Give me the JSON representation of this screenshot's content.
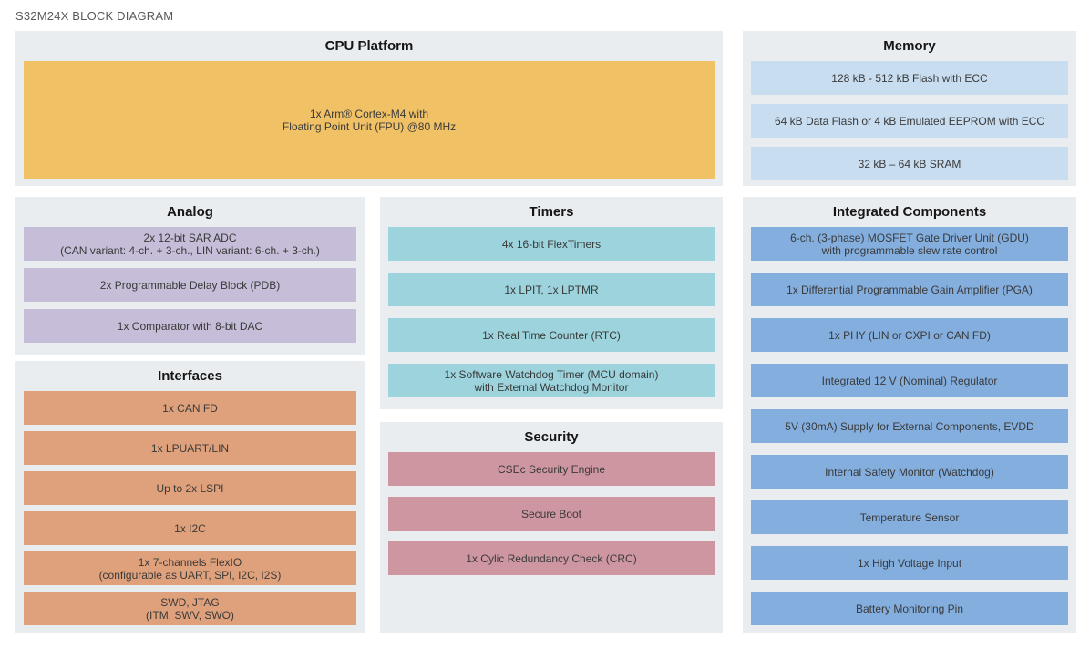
{
  "page_title": "S32M24X BLOCK DIAGRAM",
  "colors": {
    "section_bg": "#e9edf0",
    "cpu": "#f1c166",
    "memory": "#c9ddf0",
    "analog": "#c6bdd8",
    "interfaces": "#dfa17b",
    "timers": "#9cd3dd",
    "security": "#cd96a1",
    "integrated": "#83aede"
  },
  "sections": {
    "cpu": {
      "title": "CPU Platform",
      "rows": [
        {
          "lines": [
            "1x Arm® Cortex-M4 with",
            "Floating Point Unit (FPU) @80 MHz"
          ]
        }
      ]
    },
    "memory": {
      "title": "Memory",
      "rows": [
        {
          "lines": [
            "128 kB - 512 kB Flash with ECC"
          ]
        },
        {
          "lines": [
            "64 kB Data Flash or 4 kB Emulated EEPROM with ECC"
          ]
        },
        {
          "lines": [
            "32 kB – 64 kB SRAM"
          ]
        }
      ]
    },
    "analog": {
      "title": "Analog",
      "rows": [
        {
          "lines": [
            "2x 12-bit SAR ADC",
            "(CAN variant: 4-ch. + 3-ch., LIN variant: 6-ch. + 3-ch.)"
          ]
        },
        {
          "lines": [
            "2x Programmable Delay Block (PDB)"
          ]
        },
        {
          "lines": [
            "1x Comparator with 8-bit DAC"
          ]
        }
      ]
    },
    "interfaces": {
      "title": "Interfaces",
      "rows": [
        {
          "lines": [
            "1x CAN FD"
          ]
        },
        {
          "lines": [
            "1x LPUART/LIN"
          ]
        },
        {
          "lines": [
            "Up to 2x LSPI"
          ]
        },
        {
          "lines": [
            "1x I2C"
          ]
        },
        {
          "lines": [
            "1x 7-channels FlexIO",
            "(configurable as UART, SPI, I2C, I2S)"
          ]
        },
        {
          "lines": [
            "SWD, JTAG",
            "(ITM, SWV, SWO)"
          ]
        }
      ]
    },
    "timers": {
      "title": "Timers",
      "rows": [
        {
          "lines": [
            "4x 16-bit FlexTimers"
          ]
        },
        {
          "lines": [
            "1x LPIT, 1x LPTMR"
          ]
        },
        {
          "lines": [
            "1x Real Time Counter (RTC)"
          ]
        },
        {
          "lines": [
            "1x Software Watchdog Timer (MCU domain)",
            "with External Watchdog Monitor"
          ]
        }
      ]
    },
    "security": {
      "title": "Security",
      "rows": [
        {
          "lines": [
            "CSEc Security Engine"
          ]
        },
        {
          "lines": [
            "Secure Boot"
          ]
        },
        {
          "lines": [
            "1x Cylic Redundancy Check (CRC)"
          ]
        }
      ]
    },
    "integrated": {
      "title": "Integrated Components",
      "rows": [
        {
          "lines": [
            "6-ch. (3-phase) MOSFET Gate Driver Unit (GDU)",
            "with programmable slew rate control"
          ]
        },
        {
          "lines": [
            "1x Differential Programmable Gain Amplifier (PGA)"
          ]
        },
        {
          "lines": [
            "1x PHY (LIN or CXPI or CAN FD)"
          ]
        },
        {
          "lines": [
            "Integrated 12 V (Nominal) Regulator"
          ]
        },
        {
          "lines": [
            "5V (30mA) Supply for External Components, EVDD"
          ]
        },
        {
          "lines": [
            "Internal Safety Monitor (Watchdog)"
          ]
        },
        {
          "lines": [
            "Temperature Sensor"
          ]
        },
        {
          "lines": [
            "1x High Voltage Input"
          ]
        },
        {
          "lines": [
            "Battery Monitoring Pin"
          ]
        }
      ]
    }
  }
}
